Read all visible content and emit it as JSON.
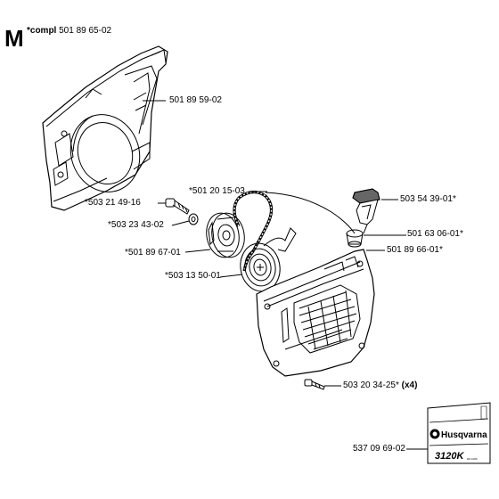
{
  "section": {
    "letter": "M",
    "compl_prefix": "*compl",
    "compl_number": "501 89 65-02"
  },
  "parts": {
    "clutch_cover": "501 89 59-02",
    "rope": "*501 20 15-03",
    "screw": "*503 21 49-16",
    "washer": "*503 23 43-02",
    "pulley": "*501 89 67-01",
    "spring": "*503 13 50-01",
    "handle": "503 54 39-01*",
    "bushing": "501 63 06-01*",
    "starter_housing": "501 89 66-01*",
    "housing_screw": "503 20 34-25*",
    "housing_screw_qty": "(x4)",
    "decal": "537 09 69-02"
  },
  "decal": {
    "brand": "Husqvarna",
    "model": "3120K",
    "small_text": "RZ-1006"
  }
}
